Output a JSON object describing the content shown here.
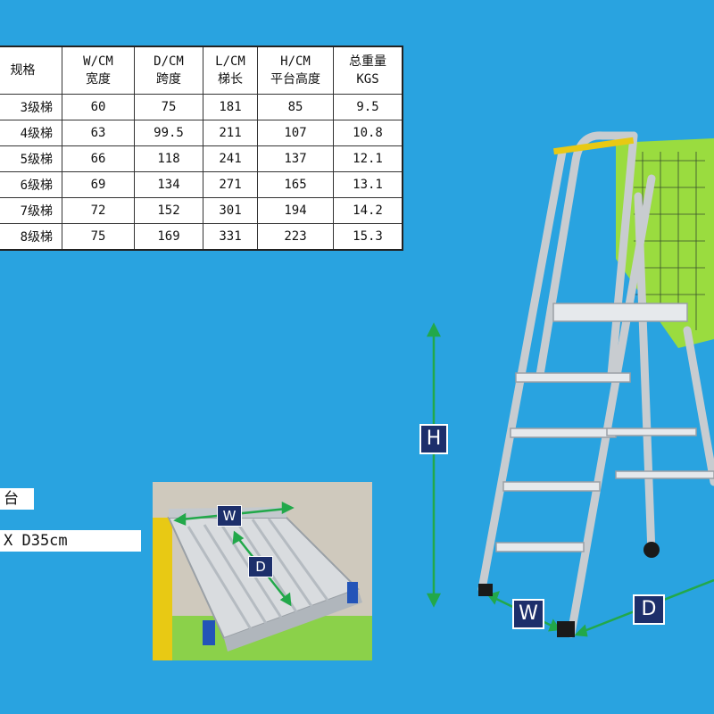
{
  "table": {
    "headers": [
      {
        "line1": "规格",
        "line2": ""
      },
      {
        "line1": "W/CM",
        "line2": "宽度"
      },
      {
        "line1": "D/CM",
        "line2": "跨度"
      },
      {
        "line1": "L/CM",
        "line2": "梯长"
      },
      {
        "line1": "H/CM",
        "line2": "平台高度"
      },
      {
        "line1": "总重量",
        "line2": "KGS"
      }
    ],
    "rows": [
      [
        "3级梯",
        "60",
        "75",
        "181",
        "85",
        "9.5"
      ],
      [
        "4级梯",
        "63",
        "99.5",
        "211",
        "107",
        "10.8"
      ],
      [
        "5级梯",
        "66",
        "118",
        "241",
        "137",
        "12.1"
      ],
      [
        "6级梯",
        "69",
        "134",
        "271",
        "165",
        "13.1"
      ],
      [
        "7级梯",
        "72",
        "152",
        "301",
        "194",
        "14.2"
      ],
      [
        "8级梯",
        "75",
        "169",
        "331",
        "223",
        "15.3"
      ]
    ]
  },
  "labels": {
    "platform": "台",
    "platform_size": "X D35cm"
  },
  "dimensions": {
    "h": "H",
    "w": "W",
    "d": "D",
    "inset_w": "W",
    "inset_d": "D"
  },
  "colors": {
    "background": "#29a3e0",
    "label_box": "#1d2f6b",
    "arrow_green": "#22a84a",
    "safety_net": "#a6e22e"
  }
}
